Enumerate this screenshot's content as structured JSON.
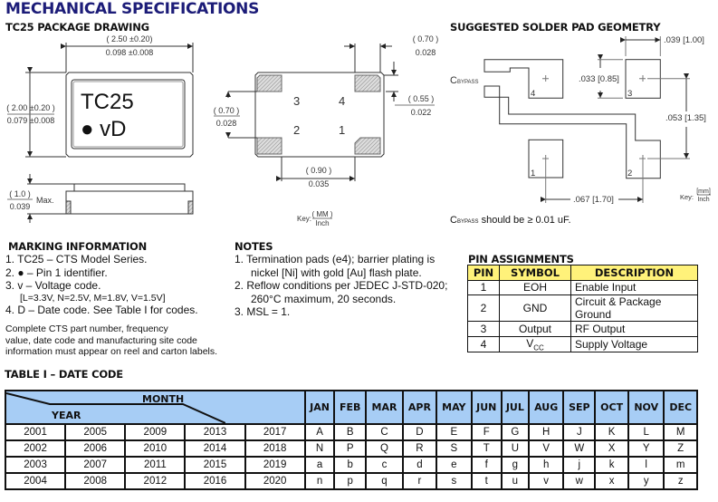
{
  "title": "MECHANICAL SPECIFICATIONS",
  "package": {
    "heading": "TC25 PACKAGE DRAWING",
    "marking_model": "TC25",
    "marking_code": "● vD",
    "dim_len_mm": "( 2.50 ±0.20)",
    "dim_len_in": "0.098 ±0.008",
    "dim_wid_mm": "( 2.00 ±0.20 )",
    "dim_wid_in": "0.079 ±0.008",
    "dim_h_mm": "( 1.0 )",
    "dim_h_in": "0.039",
    "dim_h_max": "Max.",
    "pad_w_mm": "( 0.70 )",
    "pad_w_in": "0.028",
    "pad_h_mm": "( 0.55 )",
    "pad_h_in": "0.022",
    "gap_v_mm": "( 0.70 )",
    "gap_v_in": "0.028",
    "gap_h_mm": "( 0.90 )",
    "gap_h_in": "0.035",
    "pins": [
      "1",
      "2",
      "3",
      "4"
    ],
    "key_label": "Key:",
    "key_mm": "( MM )",
    "key_in": "Inch"
  },
  "solder": {
    "heading": "SUGGESTED SOLDER PAD GEOMETRY",
    "cbypass": "C",
    "cbypass_sub": "BYPASS",
    "d1": ".039 [1.00]",
    "d2": ".033 [0.85]",
    "d3": ".053 [1.35]",
    "d4": ".067 [1.70]",
    "key_label": "Key:",
    "key_mm": "[mm]",
    "key_in": "Inch",
    "pins": [
      "1",
      "2",
      "3",
      "4"
    ],
    "note_c": "C",
    "note_sub": "BYPASS",
    "note_rest": " should be ≥ 0.01 uF."
  },
  "marking": {
    "heading": "MARKING INFORMATION",
    "items": [
      "1.  TC25 – CTS Model Series.",
      "2.  ● – Pin 1 identifier.",
      "3.  v – Voltage code.",
      "4.  D – Date code.  See Table I for codes."
    ],
    "voltage_codes": "[L=3.3V, N=2.5V, M=1.8V, V=1.5V]",
    "footer": [
      "Complete CTS part number, frequency",
      "value, date code and manufacturing site code",
      "information must appear on reel and carton labels."
    ]
  },
  "notes": {
    "heading": "NOTES",
    "items": [
      "1.  Termination pads (e4); barrier plating is",
      "nickel [Ni] with gold [Au] flash plate.",
      "2.  Reflow conditions per JEDEC J-STD-020;",
      "260°C maximum, 20 seconds.",
      "3.  MSL = 1."
    ]
  },
  "pin_assignments": {
    "heading": "PIN ASSIGNMENTS",
    "headers": [
      "PIN",
      "SYMBOL",
      "DESCRIPTION"
    ],
    "rows": [
      [
        "1",
        "EOH",
        "Enable Input"
      ],
      [
        "2",
        "GND",
        "Circuit & Package Ground"
      ],
      [
        "3",
        "Output",
        "RF Output"
      ],
      [
        "4",
        "V",
        "Supply Voltage"
      ]
    ],
    "vcc_sub": "CC"
  },
  "date_code": {
    "heading": "TABLE I – DATE CODE",
    "month_label": "MONTH",
    "year_label": "YEAR",
    "months": [
      "JAN",
      "FEB",
      "MAR",
      "APR",
      "MAY",
      "JUN",
      "JUL",
      "AUG",
      "SEP",
      "OCT",
      "NOV",
      "DEC"
    ],
    "rows": [
      {
        "years": [
          "2001",
          "2005",
          "2009",
          "2013",
          "2017"
        ],
        "codes": [
          "A",
          "B",
          "C",
          "D",
          "E",
          "F",
          "G",
          "H",
          "J",
          "K",
          "L",
          "M"
        ]
      },
      {
        "years": [
          "2002",
          "2006",
          "2010",
          "2014",
          "2018"
        ],
        "codes": [
          "N",
          "P",
          "Q",
          "R",
          "S",
          "T",
          "U",
          "V",
          "W",
          "X",
          "Y",
          "Z"
        ]
      },
      {
        "years": [
          "2003",
          "2007",
          "2011",
          "2015",
          "2019"
        ],
        "codes": [
          "a",
          "b",
          "c",
          "d",
          "e",
          "f",
          "g",
          "h",
          "j",
          "k",
          "l",
          "m"
        ]
      },
      {
        "years": [
          "2004",
          "2008",
          "2012",
          "2016",
          "2020"
        ],
        "codes": [
          "n",
          "p",
          "q",
          "r",
          "s",
          "t",
          "u",
          "v",
          "w",
          "x",
          "y",
          "z"
        ]
      }
    ]
  }
}
